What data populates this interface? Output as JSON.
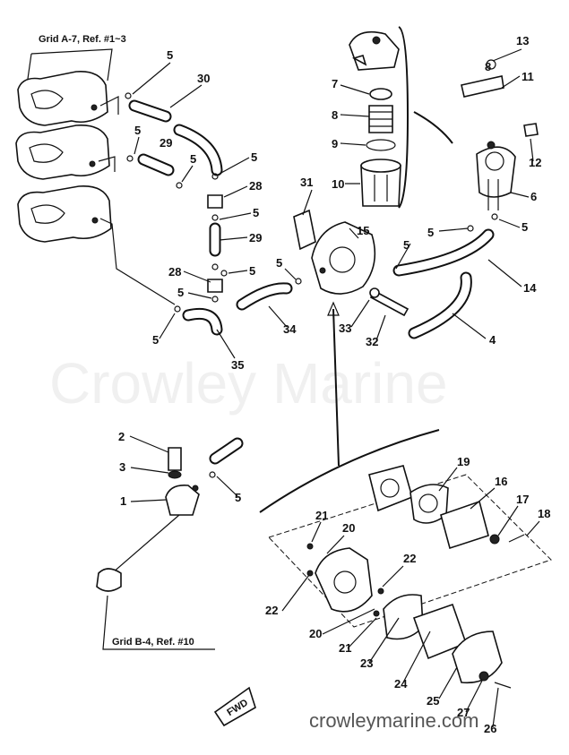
{
  "notes": {
    "grid_a": "Grid A-7, Ref. #1~3",
    "grid_b": "Grid B-4, Ref. #10"
  },
  "watermark": "Crowley Marine",
  "site_url": "crowleymarine.com",
  "fwd_label": "FWD",
  "callouts": [
    {
      "id": "c5a",
      "text": "5"
    },
    {
      "id": "c30",
      "text": "30"
    },
    {
      "id": "c5b",
      "text": "5"
    },
    {
      "id": "c29a",
      "text": "29"
    },
    {
      "id": "c5c",
      "text": "5"
    },
    {
      "id": "c5d",
      "text": "5"
    },
    {
      "id": "c28a",
      "text": "28"
    },
    {
      "id": "c5e",
      "text": "5"
    },
    {
      "id": "c29b",
      "text": "29"
    },
    {
      "id": "c28b",
      "text": "28"
    },
    {
      "id": "c5f",
      "text": "5"
    },
    {
      "id": "c5g",
      "text": "5"
    },
    {
      "id": "c5h",
      "text": "5"
    },
    {
      "id": "c34",
      "text": "34"
    },
    {
      "id": "c35",
      "text": "35"
    },
    {
      "id": "c31",
      "text": "31"
    },
    {
      "id": "c15",
      "text": "15"
    },
    {
      "id": "c5i",
      "text": "5"
    },
    {
      "id": "c5j",
      "text": "5"
    },
    {
      "id": "c33",
      "text": "33"
    },
    {
      "id": "c32",
      "text": "32"
    },
    {
      "id": "c7",
      "text": "7"
    },
    {
      "id": "c8a",
      "text": "8"
    },
    {
      "id": "c9",
      "text": "9"
    },
    {
      "id": "c10",
      "text": "10"
    },
    {
      "id": "c13",
      "text": "13"
    },
    {
      "id": "c8b",
      "text": "8"
    },
    {
      "id": "c11",
      "text": "11"
    },
    {
      "id": "c12",
      "text": "12"
    },
    {
      "id": "c6",
      "text": "6"
    },
    {
      "id": "c5k",
      "text": "5"
    },
    {
      "id": "c5l",
      "text": "5"
    },
    {
      "id": "c14",
      "text": "14"
    },
    {
      "id": "c4",
      "text": "4"
    },
    {
      "id": "c2",
      "text": "2"
    },
    {
      "id": "c3",
      "text": "3"
    },
    {
      "id": "c1",
      "text": "1"
    },
    {
      "id": "c5m",
      "text": "5"
    },
    {
      "id": "c19",
      "text": "19"
    },
    {
      "id": "c16",
      "text": "16"
    },
    {
      "id": "c17",
      "text": "17"
    },
    {
      "id": "c18",
      "text": "18"
    },
    {
      "id": "c21a",
      "text": "21"
    },
    {
      "id": "c20a",
      "text": "20"
    },
    {
      "id": "c22a",
      "text": "22"
    },
    {
      "id": "c22b",
      "text": "22"
    },
    {
      "id": "c20b",
      "text": "20"
    },
    {
      "id": "c21b",
      "text": "21"
    },
    {
      "id": "c23",
      "text": "23"
    },
    {
      "id": "c24",
      "text": "24"
    },
    {
      "id": "c25",
      "text": "25"
    },
    {
      "id": "c27",
      "text": "27"
    },
    {
      "id": "c26",
      "text": "26"
    }
  ]
}
